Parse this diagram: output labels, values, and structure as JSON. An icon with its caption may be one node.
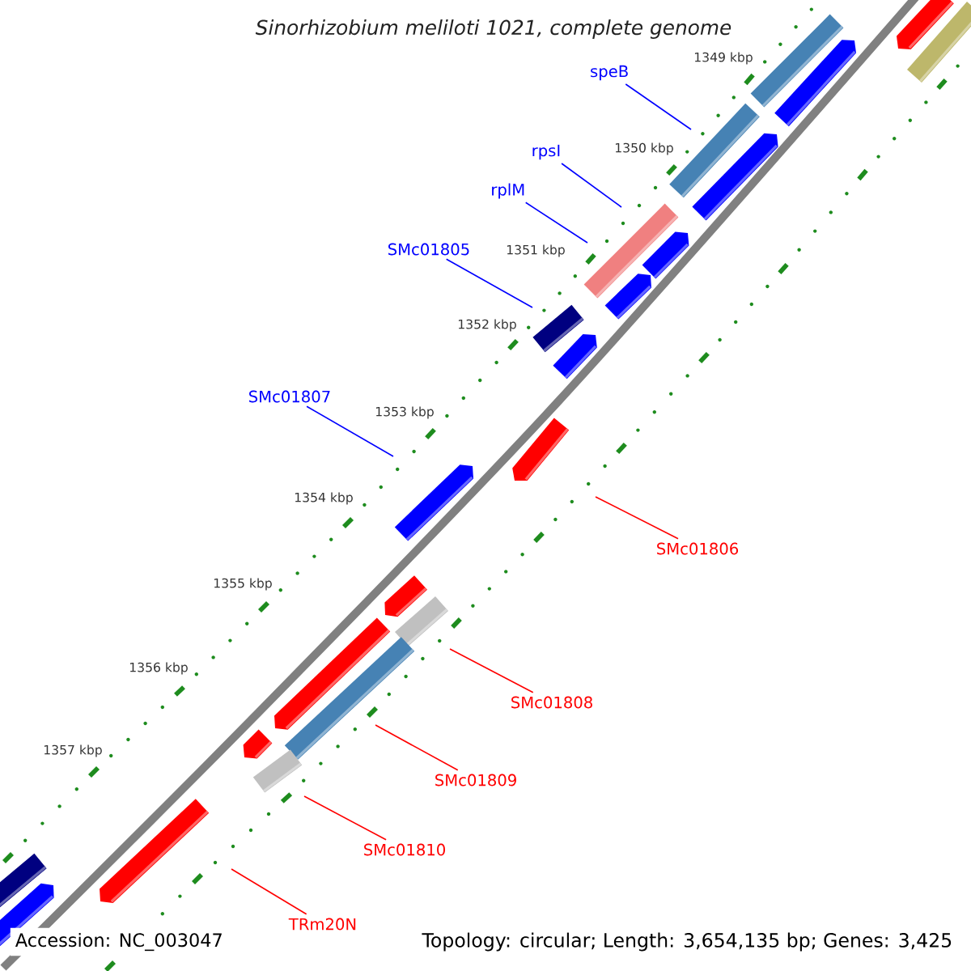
{
  "diagram": {
    "title": "Sinorhizobium meliloti 1021, complete genome",
    "nodes": [
      {
        "text": [
          "speB"
        ]
      },
      {
        "text": [
          "rpsI"
        ]
      },
      {
        "text": [
          "rplM"
        ]
      },
      {
        "text": [
          "SMc01805"
        ]
      },
      {
        "text": [
          "SMc01807"
        ]
      },
      {
        "text": [
          "SMc01806"
        ]
      },
      {
        "text": [
          "SMc01808"
        ]
      },
      {
        "text": [
          "SMc01809"
        ]
      },
      {
        "text": [
          "SMc01810"
        ]
      },
      {
        "text": [
          "TRm20N"
        ]
      }
    ],
    "edges": [
      {
        "from": 0,
        "to": null,
        "arrow": "none",
        "color": "#0000ff"
      },
      {
        "from": 1,
        "to": null,
        "arrow": "none",
        "color": "#0000ff"
      },
      {
        "from": 2,
        "to": null,
        "arrow": "none",
        "color": "#0000ff"
      },
      {
        "from": 3,
        "to": null,
        "arrow": "none",
        "color": "#0000ff"
      },
      {
        "from": 4,
        "to": null,
        "arrow": "none",
        "color": "#0000ff"
      },
      {
        "from": 5,
        "to": null,
        "arrow": "none",
        "color": "#ff0000"
      },
      {
        "from": 6,
        "to": null,
        "arrow": "none",
        "color": "#ff0000"
      },
      {
        "from": 7,
        "to": null,
        "arrow": "none",
        "color": "#ff0000"
      },
      {
        "from": 8,
        "to": null,
        "arrow": "none",
        "color": "#ff0000"
      },
      {
        "from": 9,
        "to": null,
        "arrow": "none",
        "color": "#ff0000"
      }
    ],
    "labels": [
      "1349 kbp",
      "1350 kbp",
      "1351 kbp",
      "1352 kbp",
      "1353 kbp",
      "1354 kbp",
      "1355 kbp",
      "1356 kbp",
      "1357 kbp",
      "Accession: NC_003047",
      "Topology: circular; Length: 3,654,135 bp; Genes: 3,425"
    ]
  }
}
